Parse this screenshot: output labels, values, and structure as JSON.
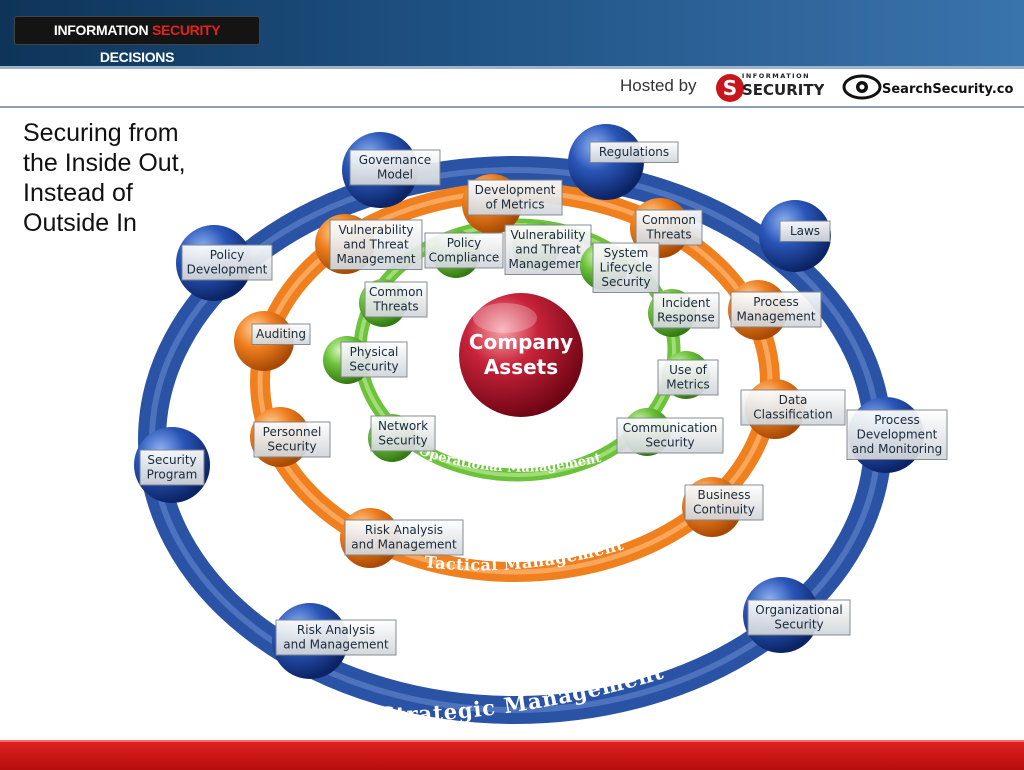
{
  "header": {
    "logo_part1": "INFORMATION ",
    "logo_part2": "SECURITY",
    "logo_part3": " DECISIONS",
    "hosted_by": "Hosted by",
    "security_logo_top": "INFORMATION",
    "security_logo_main": "SECURITY",
    "searchsecurity": "SearchSecurity.com"
  },
  "title_lines": [
    "Securing from",
    "the Inside Out,",
    "Instead of",
    "Outside In"
  ],
  "center": {
    "line1": "Company",
    "line2": "Assets"
  },
  "rings": {
    "operational": "Operational Management",
    "tactical": "Tactical Management",
    "strategic": "Strategic Management"
  },
  "nodes": [
    {
      "ring": "strategic",
      "lines": [
        "Governance",
        "Model"
      ]
    },
    {
      "ring": "strategic",
      "lines": [
        "Regulations"
      ]
    },
    {
      "ring": "strategic",
      "lines": [
        "Laws"
      ]
    },
    {
      "ring": "strategic",
      "lines": [
        "Policy",
        "Development"
      ]
    },
    {
      "ring": "strategic",
      "lines": [
        "Process",
        "Development",
        "and Monitoring"
      ]
    },
    {
      "ring": "strategic",
      "lines": [
        "Security",
        "Program"
      ]
    },
    {
      "ring": "strategic",
      "lines": [
        "Organizational",
        "Security"
      ]
    },
    {
      "ring": "strategic",
      "lines": [
        "Risk Analysis",
        "and Management"
      ]
    },
    {
      "ring": "tactical",
      "lines": [
        "Development",
        "of Metrics"
      ]
    },
    {
      "ring": "tactical",
      "lines": [
        "Common",
        "Threats"
      ]
    },
    {
      "ring": "tactical",
      "lines": [
        "Vulnerability",
        "and Threat",
        "Management"
      ]
    },
    {
      "ring": "tactical",
      "lines": [
        "Process",
        "Management"
      ]
    },
    {
      "ring": "tactical",
      "lines": [
        "Auditing"
      ]
    },
    {
      "ring": "tactical",
      "lines": [
        "Data",
        "Classification"
      ]
    },
    {
      "ring": "tactical",
      "lines": [
        "Personnel",
        "Security"
      ]
    },
    {
      "ring": "tactical",
      "lines": [
        "Business",
        "Continuity"
      ]
    },
    {
      "ring": "tactical",
      "lines": [
        "Risk Analysis",
        "and Management"
      ]
    },
    {
      "ring": "operational",
      "lines": [
        "Policy",
        "Compliance"
      ]
    },
    {
      "ring": "operational",
      "lines": [
        "Vulnerability",
        "and Threat",
        "Management"
      ]
    },
    {
      "ring": "operational",
      "lines": [
        "System",
        "Lifecycle",
        "Security"
      ]
    },
    {
      "ring": "operational",
      "lines": [
        "Common",
        "Threats"
      ]
    },
    {
      "ring": "operational",
      "lines": [
        "Incident",
        "Response"
      ]
    },
    {
      "ring": "operational",
      "lines": [
        "Physical",
        "Security"
      ]
    },
    {
      "ring": "operational",
      "lines": [
        "Use of",
        "Metrics"
      ]
    },
    {
      "ring": "operational",
      "lines": [
        "Network",
        "Security"
      ]
    },
    {
      "ring": "operational",
      "lines": [
        "Communication",
        "Security"
      ]
    }
  ],
  "colors": {
    "strategic": "#1f4aa0",
    "tactical": "#f07f1e",
    "operational": "#6cc23a",
    "center": "#b5142a",
    "top_bar": "#1f5284",
    "bottom_bar": "#c81414"
  }
}
